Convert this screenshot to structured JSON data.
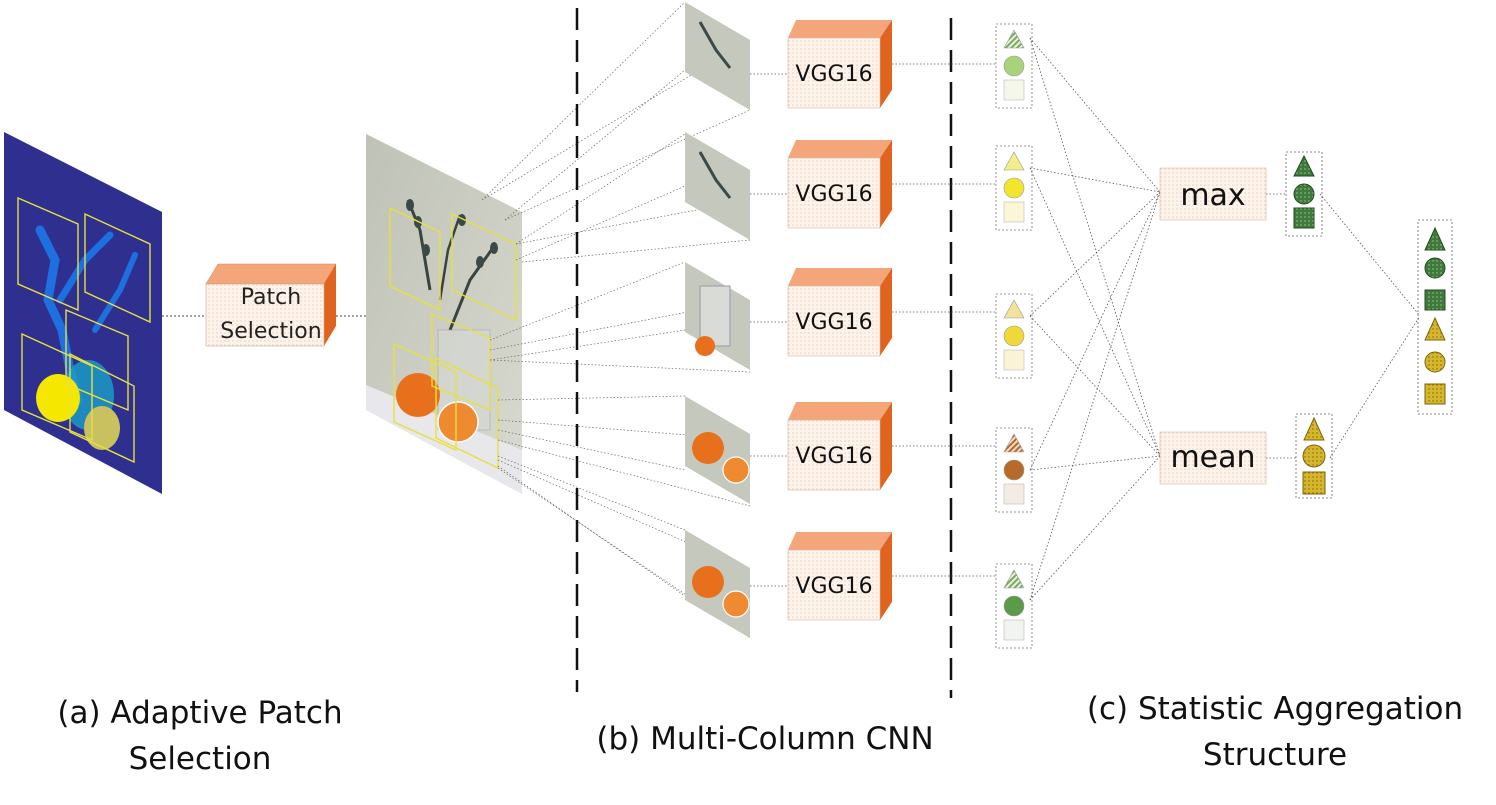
{
  "nodes": {
    "patch_selection": {
      "line1": "Patch",
      "line2": "Selection"
    },
    "vgg": [
      "VGG16",
      "VGG16",
      "VGG16",
      "VGG16",
      "VGG16"
    ],
    "max": "max",
    "mean": "mean"
  },
  "captions": {
    "a": {
      "line1": "(a) Adaptive Patch",
      "line2": "Selection"
    },
    "b": {
      "line1": "(b) Multi-Column CNN"
    },
    "c": {
      "line1": "(c) Statistic Aggregation",
      "line2": "Structure"
    }
  },
  "colors": {
    "heatmap_bg": "#2e2f8f",
    "heatmap_blue": "#1e6fe0",
    "heatmap_yellow": "#f5e700",
    "box_top": "#f4a57a",
    "box_side": "#e0641e",
    "box_front": "#fdf1e6",
    "photo_wall": "#c9cbbf",
    "orange": "#e8701c",
    "max_green_dark": "#3a6b38",
    "mean_gold": "#c9a81e",
    "col1_light_green": "#a8d37a",
    "col2_yellow": "#f2e62c",
    "col3_yellow": "#f0d83a",
    "col4_brown": "#b86a2a",
    "col5_green": "#5a9a48"
  }
}
